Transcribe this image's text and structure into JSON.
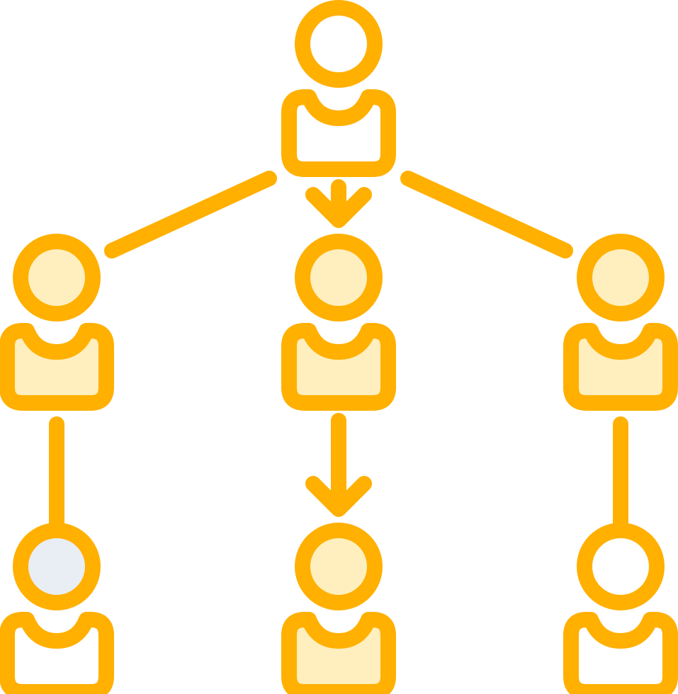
{
  "diagram": {
    "colors": {
      "stroke": "#FFB000",
      "fill_light": "#FFEFBE",
      "fill_none": "#FFFFFF",
      "fill_grey": "#E9EDF4",
      "background": "#FFFFFF"
    },
    "people": [
      {
        "id": "top-person",
        "level": 0,
        "column": "center",
        "head_fill": "fill_none",
        "body_fill": "fill_none"
      },
      {
        "id": "mid-left-person",
        "level": 1,
        "column": "left",
        "head_fill": "fill_light",
        "body_fill": "fill_light"
      },
      {
        "id": "mid-center-person",
        "level": 1,
        "column": "center",
        "head_fill": "fill_light",
        "body_fill": "fill_light"
      },
      {
        "id": "mid-right-person",
        "level": 1,
        "column": "right",
        "head_fill": "fill_light",
        "body_fill": "fill_light"
      },
      {
        "id": "bottom-left-person",
        "level": 2,
        "column": "left",
        "head_fill": "fill_grey",
        "body_fill": "fill_none"
      },
      {
        "id": "bottom-center-person",
        "level": 2,
        "column": "center",
        "head_fill": "fill_light",
        "body_fill": "fill_light"
      },
      {
        "id": "bottom-right-person",
        "level": 2,
        "column": "right",
        "head_fill": "fill_none",
        "body_fill": "fill_none"
      }
    ],
    "connections": [
      {
        "from": "top-person",
        "to": "mid-left-person",
        "kind": "line"
      },
      {
        "from": "top-person",
        "to": "mid-center-person",
        "kind": "arrow"
      },
      {
        "from": "top-person",
        "to": "mid-right-person",
        "kind": "line"
      },
      {
        "from": "mid-left-person",
        "to": "bottom-left-person",
        "kind": "line"
      },
      {
        "from": "mid-center-person",
        "to": "bottom-center-person",
        "kind": "arrow"
      },
      {
        "from": "mid-right-person",
        "to": "bottom-right-person",
        "kind": "line"
      }
    ]
  }
}
